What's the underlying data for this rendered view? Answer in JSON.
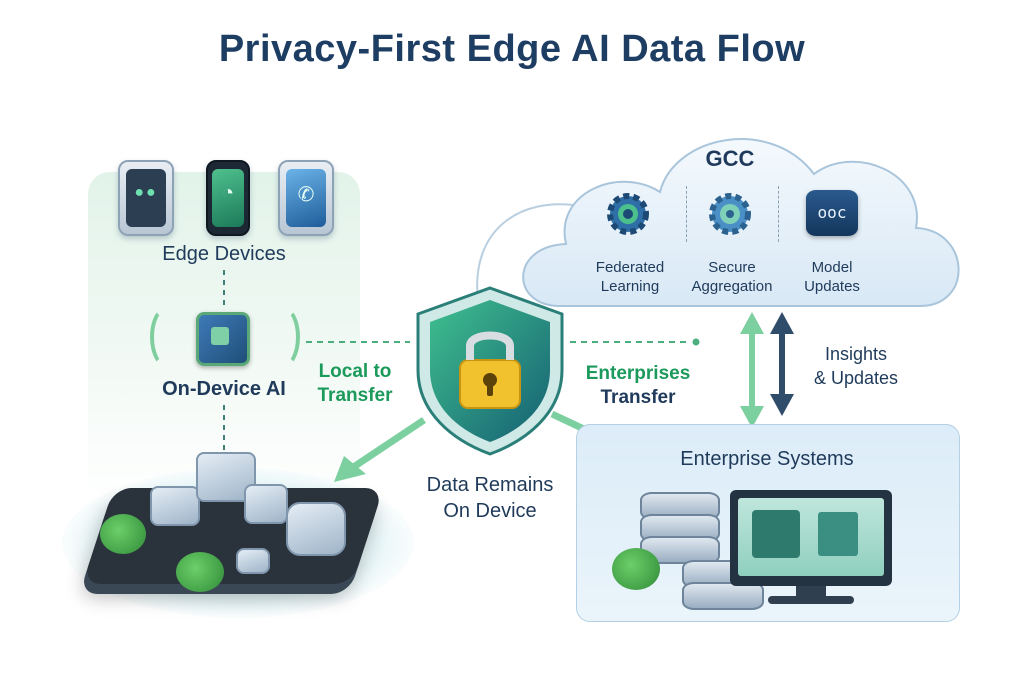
{
  "title": "Privacy-First Edge AI Data Flow",
  "left": {
    "edge_devices": "Edge Devices",
    "on_device_ai": "On-Device AI"
  },
  "flows": {
    "local_line1": "Local to",
    "local_line2": "Transfer",
    "enterprise_line1": "Enterprises",
    "enterprise_line2": "Transfer",
    "center_line1": "Data Remains",
    "center_line2": "On Device"
  },
  "cloud": {
    "title": "GCC",
    "items": [
      {
        "line1": "Federated",
        "line2": "Learning"
      },
      {
        "line1": "Secure",
        "line2": "Aggregation"
      },
      {
        "line1": "Model",
        "line2": "Updates"
      }
    ],
    "db_glyph": "ooc"
  },
  "insights": {
    "line1": "Insights",
    "line2": "& Updates"
  },
  "enterprise": {
    "title": "Enterprise Systems"
  },
  "colors": {
    "title": "#1d3d63",
    "accent_green": "#1b9a5b",
    "shield_teal": "#1f8c7a",
    "lock_yellow": "#f2c12e"
  },
  "icons": [
    "robot-device-icon",
    "smartphone-icon",
    "tablet-icon",
    "ai-chip-icon",
    "shield-lock-icon",
    "gear-icon",
    "database-icon",
    "server-stack-icon",
    "monitor-icon"
  ]
}
